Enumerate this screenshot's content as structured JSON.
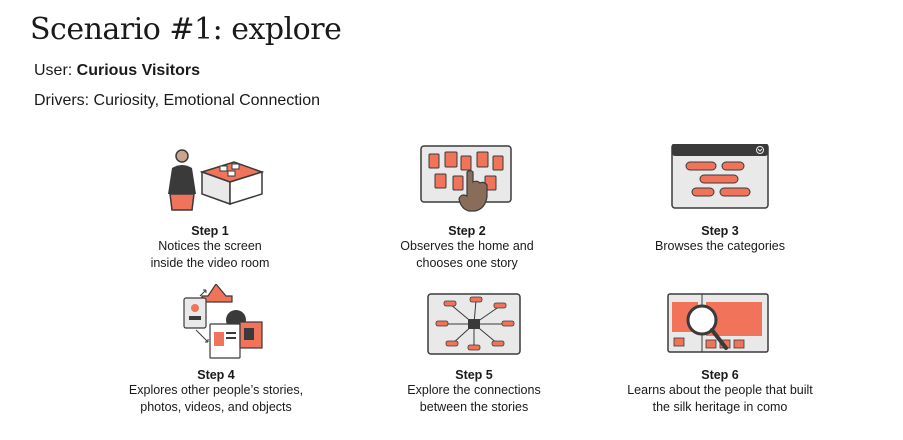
{
  "title": "Scenario #1: explore",
  "user": {
    "prefix": "User: ",
    "name": "Curious Visitors"
  },
  "drivers": "Drivers: Curiosity, Emotional Connection",
  "colors": {
    "accent": "#f0735a",
    "ink": "#3a3a3a",
    "light": "#e9e9e9",
    "skin": "#c9a58c"
  },
  "steps": [
    {
      "label": "Step 1",
      "lines": [
        "Notices the screen",
        "inside the video room"
      ]
    },
    {
      "label": "Step 2",
      "lines": [
        "Observes the home and",
        "chooses one story"
      ]
    },
    {
      "label": "Step 3",
      "lines": [
        "Browses the categories",
        ""
      ]
    },
    {
      "label": "Step 4",
      "lines": [
        "Explores other people’s stories,",
        "photos, videos, and objects"
      ]
    },
    {
      "label": "Step 5",
      "lines": [
        "Explore the connections",
        "between the stories"
      ]
    },
    {
      "label": "Step 6",
      "lines": [
        "Learns about the people that built",
        "the silk heritage in como"
      ]
    }
  ]
}
